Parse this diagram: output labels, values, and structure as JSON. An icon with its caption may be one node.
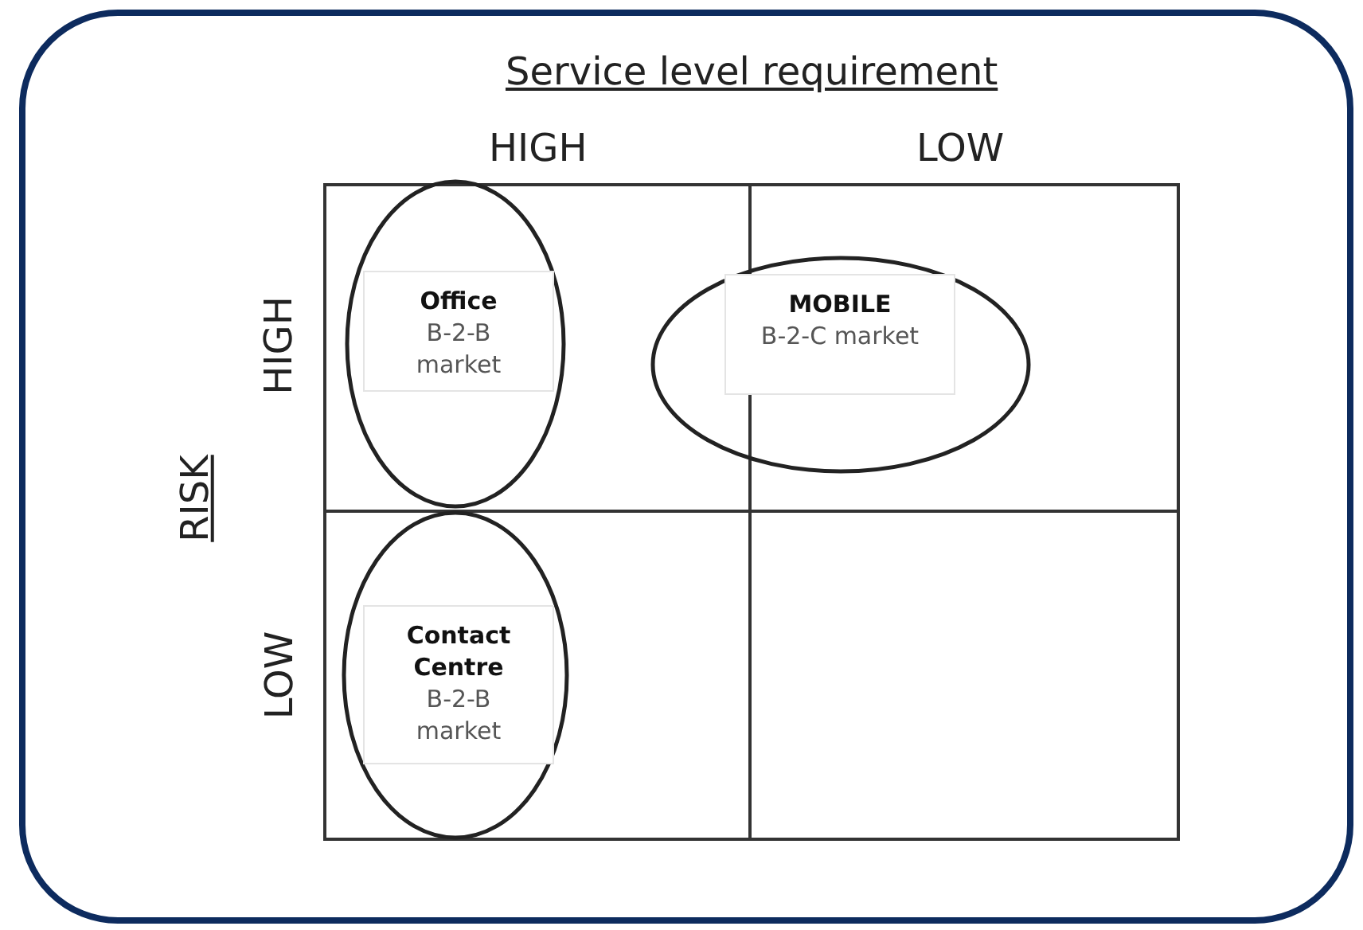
{
  "diagram": {
    "nodes": [
      {
        "text": [
          "Office",
          "B-2-B market"
        ]
      },
      {
        "text": [
          "MOBILE",
          "B-2-C market"
        ]
      },
      {
        "text": [
          "Contact Centre",
          "B-2-B market"
        ]
      }
    ],
    "labels": [
      "Service level requirement",
      "HIGH",
      "LOW",
      "RISK",
      "HIGH",
      "LOW"
    ]
  }
}
